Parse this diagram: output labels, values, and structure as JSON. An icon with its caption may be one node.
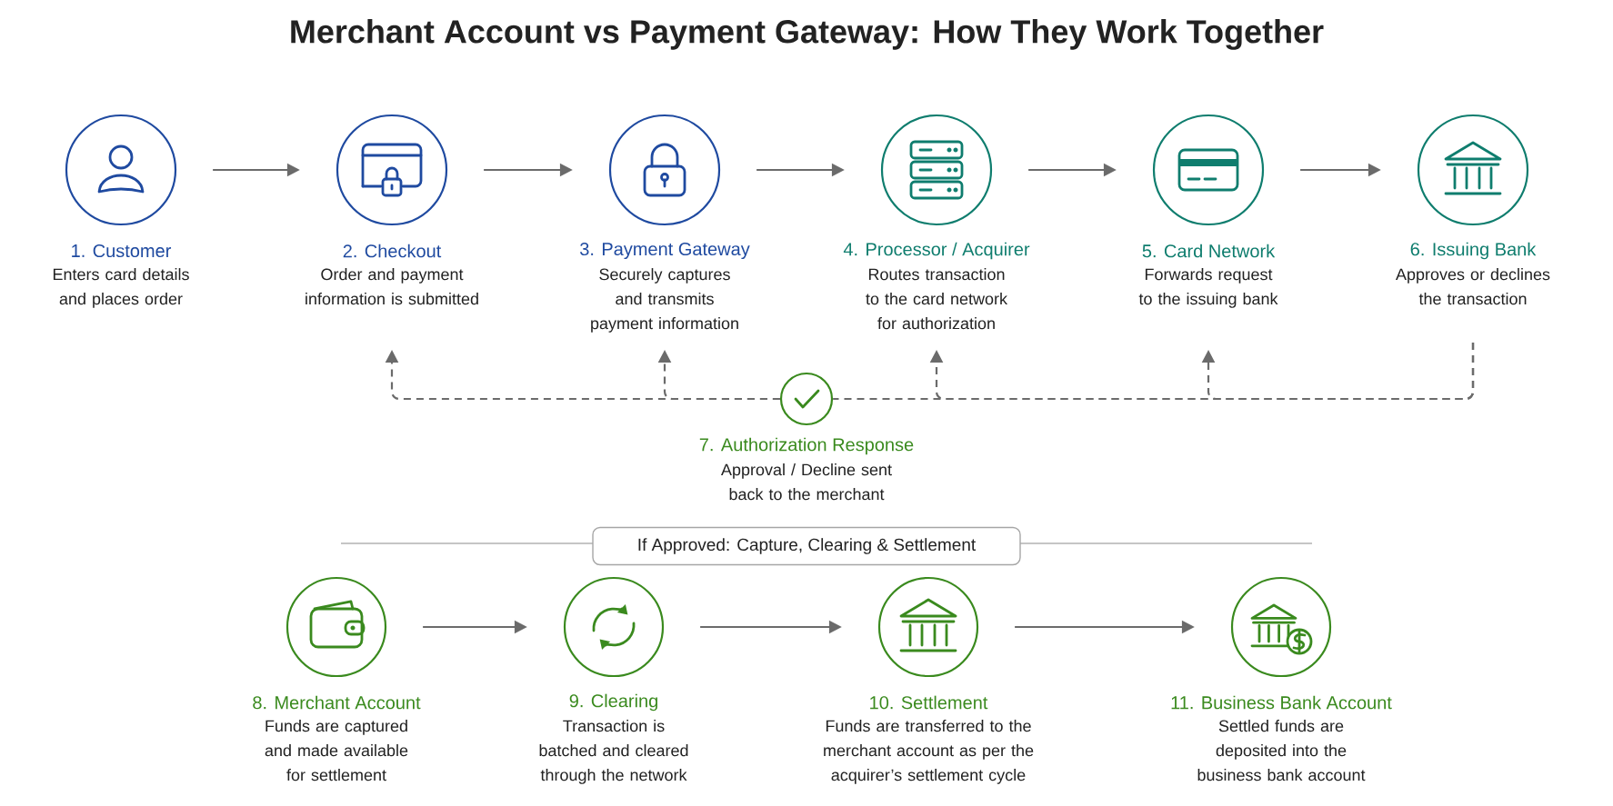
{
  "diagram": {
    "title": "Merchant Account vs Payment Gateway: How They Work Together",
    "nodes": [
      {
        "text": [
          "1. Customer",
          "Enters card details and places order"
        ]
      },
      {
        "text": [
          "2. Checkout",
          "Order and payment information is submitted"
        ]
      },
      {
        "text": [
          "3. Payment Gateway",
          "Securely captures and transmits payment information"
        ]
      },
      {
        "text": [
          "4. Processor / Acquirer",
          "Routes transaction to the card network for authorization"
        ]
      },
      {
        "text": [
          "5. Card Network",
          "Forwards request to the issuing bank"
        ]
      },
      {
        "text": [
          "6. Issuing Bank",
          "Approves or declines the transaction"
        ]
      },
      {
        "text": [
          "7. Authorization Response",
          "Approval / Decline sent back to the merchant"
        ]
      },
      {
        "text": [
          "If Approved: Capture, Clearing & Settlement"
        ]
      },
      {
        "text": [
          "8. Merchant Account",
          "Funds are captured and made available for settlement"
        ]
      },
      {
        "text": [
          "9. Clearing",
          "Transaction is batched and cleared through the network"
        ]
      },
      {
        "text": [
          "10. Settlement",
          "Funds are transferred to the merchant account as per the acquirer’s settlement cycle"
        ]
      },
      {
        "text": [
          "11. Business Bank Account",
          "Settled funds are deposited into the business bank account"
        ]
      }
    ],
    "edges": [
      {
        "from": 0,
        "to": 1,
        "arrow": "to"
      },
      {
        "from": 1,
        "to": 2,
        "arrow": "to"
      },
      {
        "from": 2,
        "to": 3,
        "arrow": "to"
      },
      {
        "from": 3,
        "to": 4,
        "arrow": "to"
      },
      {
        "from": 4,
        "to": 5,
        "arrow": "to"
      },
      {
        "from": 5,
        "to": 4,
        "arrow": "to",
        "style": "dashed"
      },
      {
        "from": 5,
        "to": 3,
        "arrow": "to",
        "style": "dashed"
      },
      {
        "from": 5,
        "to": 6,
        "arrow": "none",
        "style": "dashed"
      },
      {
        "from": 6,
        "to": 2,
        "arrow": "to",
        "style": "dashed"
      },
      {
        "from": 6,
        "to": 1,
        "arrow": "to",
        "style": "dashed"
      },
      {
        "from": 8,
        "to": 9,
        "arrow": "to"
      },
      {
        "from": 9,
        "to": 10,
        "arrow": "to"
      },
      {
        "from": 10,
        "to": 11,
        "arrow": "to"
      }
    ]
  }
}
